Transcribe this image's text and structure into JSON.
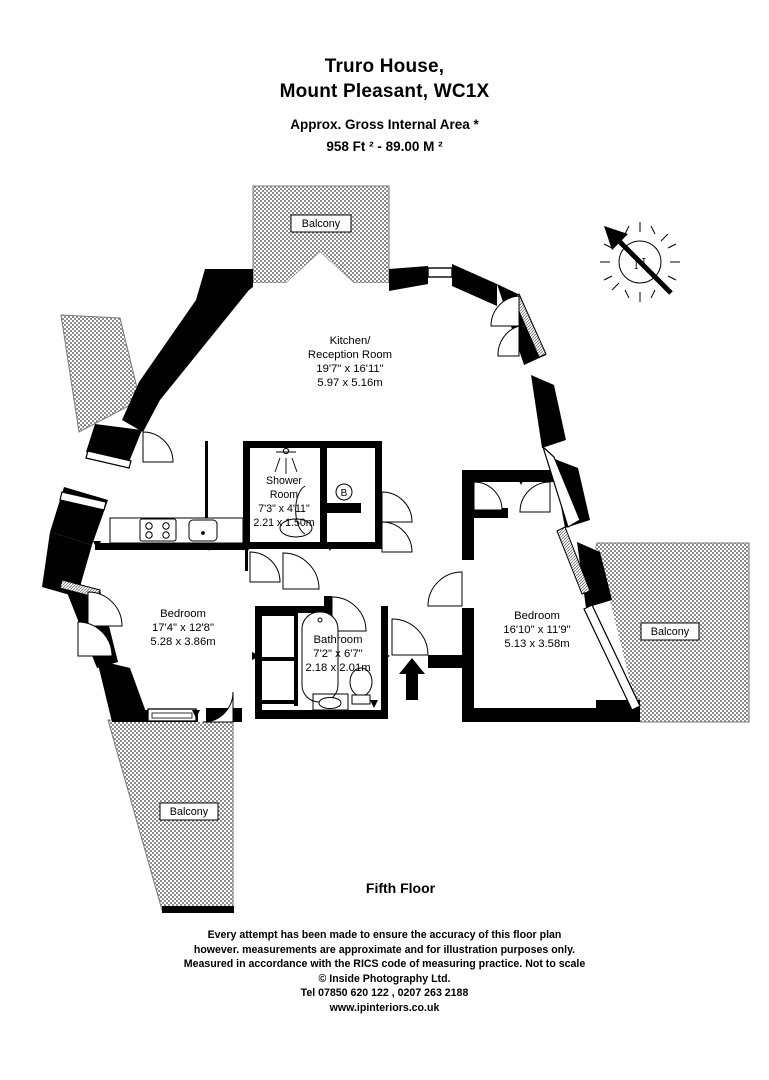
{
  "header": {
    "title_line1": "Truro House,",
    "title_line2": "Mount Pleasant, WC1X",
    "area_caption": "Approx. Gross Internal Area *",
    "area_value": "958 Ft ²  -  89.00 M ²"
  },
  "floor": {
    "label": "Fifth Floor"
  },
  "rooms": [
    {
      "id": "kitchen-reception",
      "name_line1": "Kitchen/",
      "name_line2": "Reception Room",
      "imperial": "19'7\" x 16'11\"",
      "metric": "5.97 x 5.16m"
    },
    {
      "id": "shower-room",
      "name_line1": "Shower",
      "name_line2": "Room",
      "imperial": "7'3\" x 4'11\"",
      "metric": "2.21 x 1.50m"
    },
    {
      "id": "bedroom-left",
      "name_line1": "Bedroom",
      "name_line2": "",
      "imperial": "17'4\" x 12'8\"",
      "metric": "5.28 x 3.86m"
    },
    {
      "id": "bathroom",
      "name_line1": "Bathroom",
      "name_line2": "",
      "imperial": "7'2\" x 6'7\"",
      "metric": "2.18 x 2.01m"
    },
    {
      "id": "bedroom-right",
      "name_line1": "Bedroom",
      "name_line2": "",
      "imperial": "16'10\" x 11'9\"",
      "metric": "5.13 x 3.58m"
    }
  ],
  "balconies": [
    {
      "id": "balcony-top",
      "label": "Balcony"
    },
    {
      "id": "balcony-right",
      "label": "Balcony"
    },
    {
      "id": "balcony-bottom-left",
      "label": "Balcony"
    }
  ],
  "markers": {
    "boiler": "B",
    "compass_north": "N"
  },
  "footer": {
    "line1": "Every attempt has been made to ensure the accuracy of this floor plan",
    "line2": "however. measurements are approximate and for illustration purposes only.",
    "line3": "Measured in accordance with the RICS code of measuring practice. Not to scale",
    "line4": "© Inside Photography Ltd.",
    "line5": "Tel 07850 620 122 , 0207 263 2188",
    "line6": "www.ipinteriors.co.uk"
  },
  "colors": {
    "wall": "#000000",
    "paper": "#ffffff",
    "hatch": "#9a9a9a",
    "thin_line": "#000000"
  }
}
